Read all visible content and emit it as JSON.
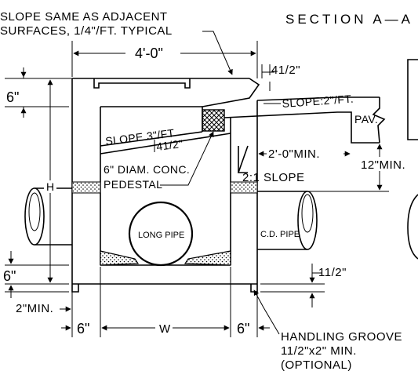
{
  "title": "SECTION A—A",
  "notes": {
    "slope_line1": "SLOPE SAME AS ADJACENT",
    "slope_line2": "SURFACES, 1/4\"/FT. TYPICAL",
    "slope_3": "SLOPE 3\"/FT",
    "pedestal_line1": "6\" DIAM. CONC.",
    "pedestal_line2": "PEDESTAL",
    "slope_2": "SLOPE:2\"/FT.",
    "pav": "PAV.",
    "slope_21": "2:1  SLOPE",
    "handling_line1": "HANDLING GROOVE",
    "handling_line2": "11/2\"x2\"  MIN.",
    "handling_line3": "(OPTIONAL)"
  },
  "dimensions": {
    "width_top": "4'-0\"",
    "d_41_2_top": "41/2\"",
    "d_41_2_inner": "41/2\"",
    "left_6_top": "6\"",
    "h": "H",
    "left_6_bottom": "6\"",
    "two_min": "2\"MIN.",
    "two_ft_min": "2'-0\"MIN.",
    "twelve_min": "12\"MIN.",
    "eleven_half": "11/2\"",
    "bottom_6_left": "6\"",
    "w": "W",
    "bottom_6_right": "6\""
  },
  "pipes": {
    "long_pipe": "LONG PIPE",
    "cd_pipe": "C.D. PIPE"
  }
}
